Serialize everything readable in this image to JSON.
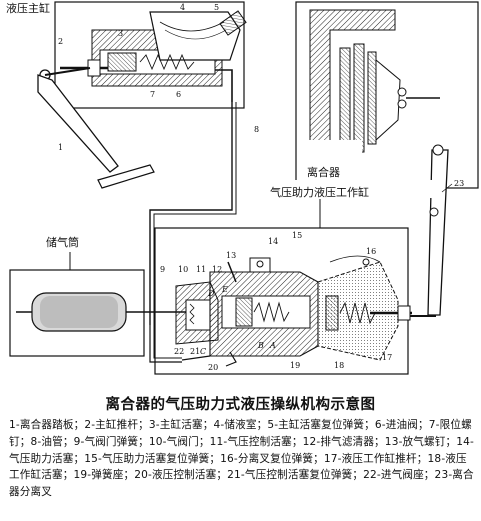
{
  "figure": {
    "labels": {
      "master_cylinder": "液压主缸",
      "air_tank": "储气筒",
      "clutch": "离合器",
      "booster_cylinder": "气压助力液压工作缸"
    },
    "callouts": [
      "1",
      "2",
      "3",
      "4",
      "5",
      "6",
      "7",
      "8",
      "9",
      "10",
      "11",
      "12",
      "13",
      "14",
      "15",
      "16",
      "17",
      "18",
      "19",
      "20",
      "21",
      "22",
      "23",
      "A",
      "B",
      "C",
      "D",
      "E"
    ]
  },
  "caption": {
    "title": "离合器的气压助力式液压操纵机构示意图",
    "legend": "1-离合器踏板；2-主缸推杆；3-主缸活塞；4-储液室；5-主缸活塞复位弹簧；6-进油阀；7-限位螺钉；8-油管；9-气阀门弹簧；10-气阀门；11-气压控制活塞；12-排气滤清器；13-放气螺钉；14-气压助力活塞；15-气压助力活塞复位弹簧；16-分离叉复位弹簧；17-液压工作缸推杆；18-液压工作缸活塞；19-弹簧座；20-液压控制活塞；21-气压控制活塞复位弹簧；22-进气阀座；23-离合器分离叉"
  }
}
